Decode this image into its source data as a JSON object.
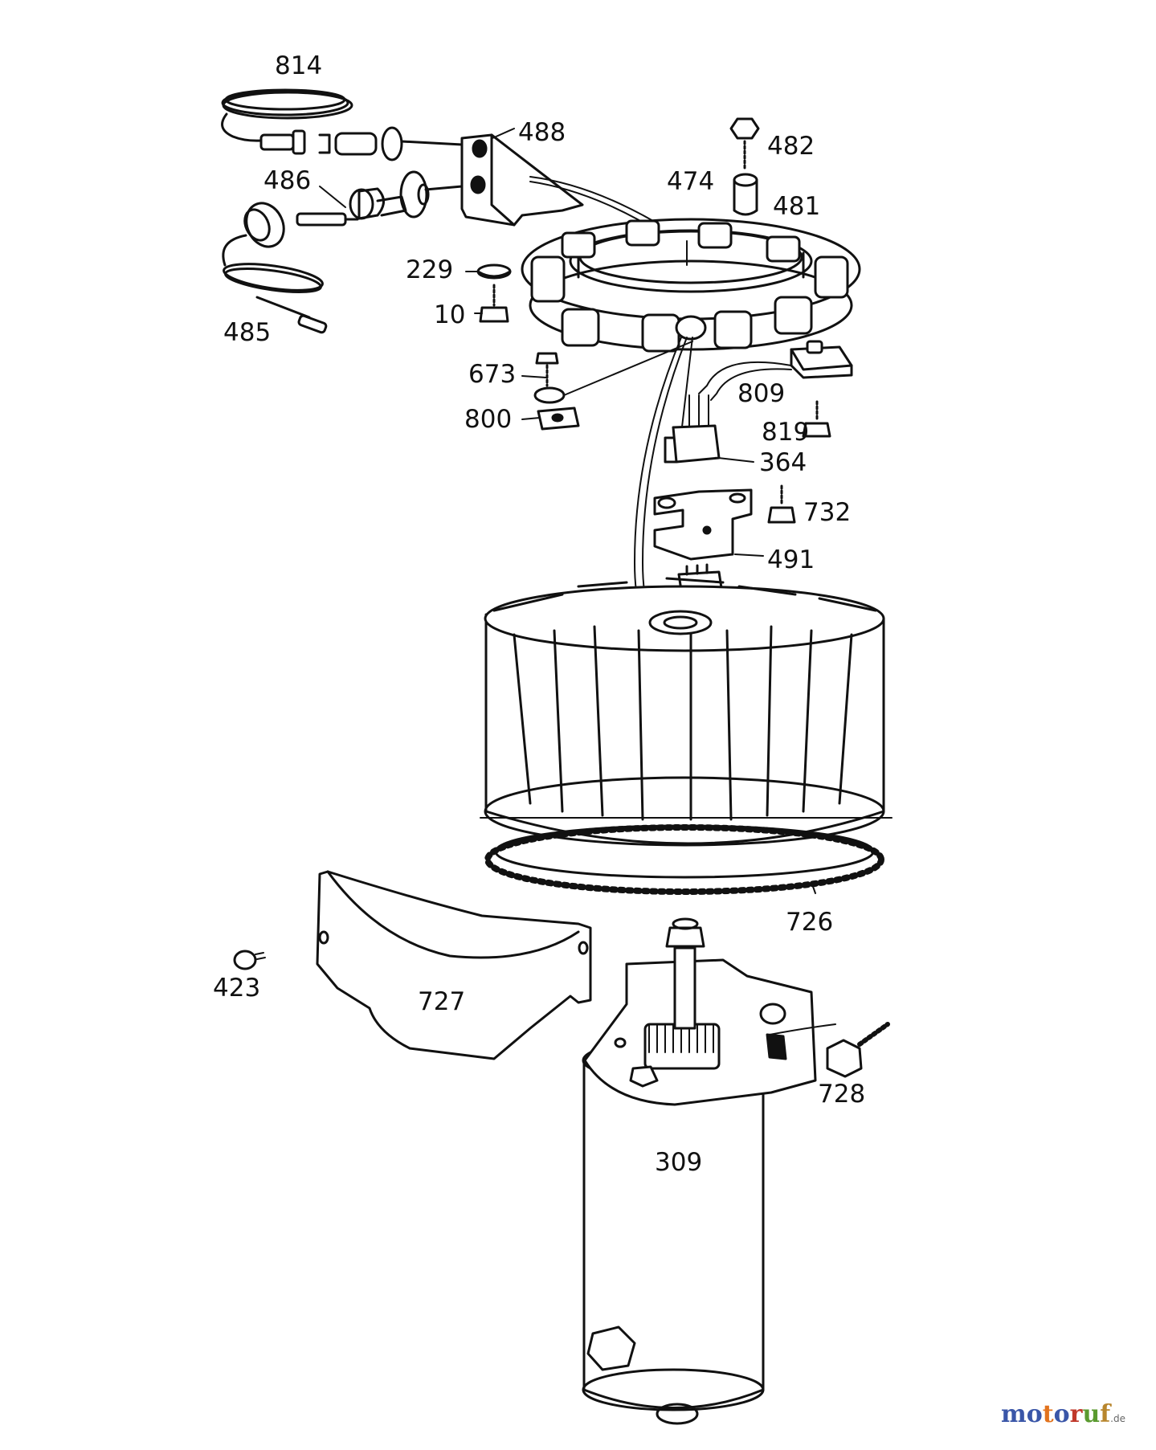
{
  "diagram": {
    "labels": {
      "p814": "814",
      "p488": "488",
      "p482": "482",
      "p486": "486",
      "p474": "474",
      "p481": "481",
      "p229": "229",
      "p10": "10",
      "p485": "485",
      "p673": "673",
      "p809": "809",
      "p800": "800",
      "p819": "819",
      "p364": "364",
      "p732": "732",
      "p491": "491",
      "p726": "726",
      "p423": "423",
      "p727": "727",
      "p728": "728",
      "p309": "309"
    }
  },
  "watermark": {
    "text": "motoruf",
    "suffix": ".de",
    "colors": [
      "#3a56a8",
      "#3a56a8",
      "#e2731d",
      "#3a56a8",
      "#c0392b",
      "#5a9a2f",
      "#b8862d"
    ]
  },
  "colors": {
    "line": "#111111",
    "background": "#ffffff"
  }
}
